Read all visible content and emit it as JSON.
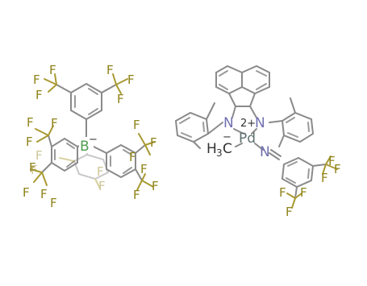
{
  "molecule": {
    "labels": {
      "boron": "B",
      "boron_charge": "−",
      "nitrogen_left": "N",
      "nitrogen_right": "N",
      "nitrogen_nitrile": "N",
      "palladium": "Pd",
      "palladium_charge": "2+",
      "methyl_h": "H",
      "methyl_sub": "3",
      "methyl_c": "C",
      "methyl_charge": "−",
      "fluorine": "F"
    },
    "colors": {
      "bond": "#8a8a8a",
      "fluorine": "#8f8318",
      "nitrogen": "#6f6fb0",
      "boron": "#4f9d4f",
      "palladium": "#5f6f6f"
    }
  }
}
